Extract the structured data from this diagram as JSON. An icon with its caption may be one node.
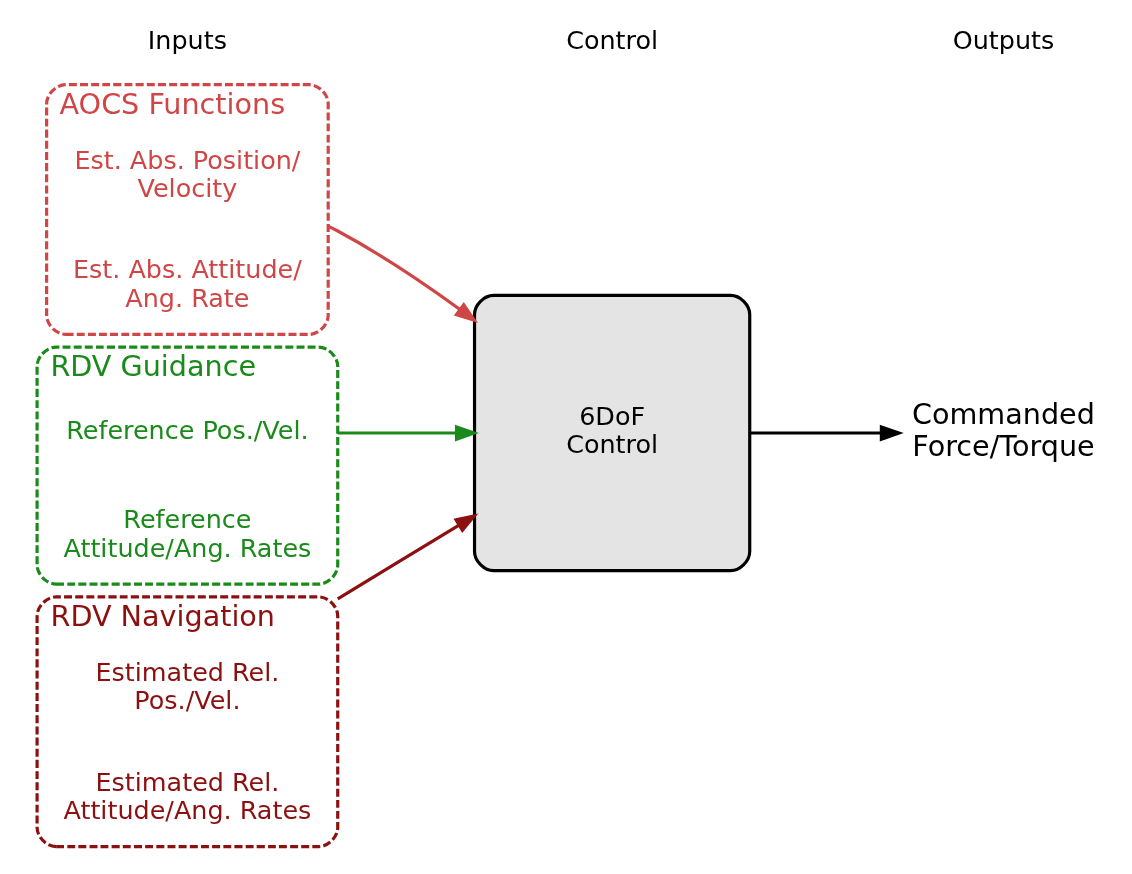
{
  "diagram": {
    "nodes": [
      {
        "text": [
          "AOCS Functions"
        ]
      },
      {
        "text": [
          "Est. Abs. Position/ Velocity"
        ],
        "in": 0
      },
      {
        "text": [
          "Est. Abs. Attitude/ Ang. Rate"
        ],
        "in": 0
      },
      {
        "text": [
          "RDV Guidance"
        ]
      },
      {
        "text": [
          "Reference Pos./Vel."
        ],
        "in": 3
      },
      {
        "text": [
          "Reference Attitude/Ang. Rates"
        ],
        "in": 3
      },
      {
        "text": [
          "RDV Navigation"
        ]
      },
      {
        "text": [
          "Estimated Rel. Pos./Vel."
        ],
        "in": 6
      },
      {
        "text": [
          "Estimated Rel. Attitude/Ang. Rates"
        ],
        "in": 6
      },
      {
        "text": [
          "6DoF Control"
        ]
      },
      {
        "text": [
          "Commanded Force/Torque"
        ]
      }
    ],
    "edges": [
      {
        "from": 0,
        "to": 9,
        "arrow": "to",
        "color": "#d04545"
      },
      {
        "from": 3,
        "to": 9,
        "arrow": "to",
        "color": "#1a8a1a"
      },
      {
        "from": 6,
        "to": 9,
        "arrow": "to",
        "color": "#8b1010"
      },
      {
        "from": 9,
        "to": 10,
        "arrow": "to",
        "color": "#000000"
      }
    ],
    "labels": [
      "Inputs",
      "Control",
      "Outputs"
    ]
  }
}
